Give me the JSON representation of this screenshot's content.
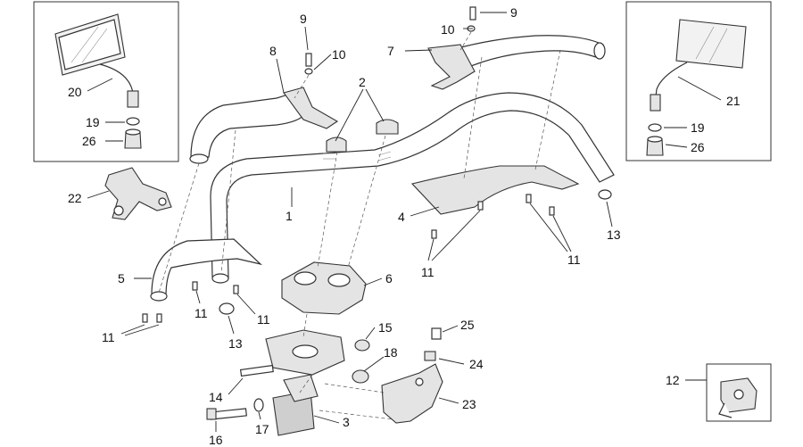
{
  "labels": {
    "l1": "1",
    "l2": "2",
    "l3": "3",
    "l4": "4",
    "l5": "5",
    "l6": "6",
    "l7": "7",
    "l8": "8",
    "l9a": "9",
    "l9b": "9",
    "l10a": "10",
    "l10b": "10",
    "l11a": "11",
    "l11b": "11",
    "l11c": "11",
    "l11d": "11",
    "l11e": "11",
    "l12": "12",
    "l13a": "13",
    "l13b": "13",
    "l14": "14",
    "l15": "15",
    "l16": "16",
    "l17": "17",
    "l18": "18",
    "l19a": "19",
    "l19b": "19",
    "l20": "20",
    "l21": "21",
    "l22": "22",
    "l23": "23",
    "l24": "24",
    "l25": "25",
    "l26a": "26",
    "l26b": "26"
  }
}
